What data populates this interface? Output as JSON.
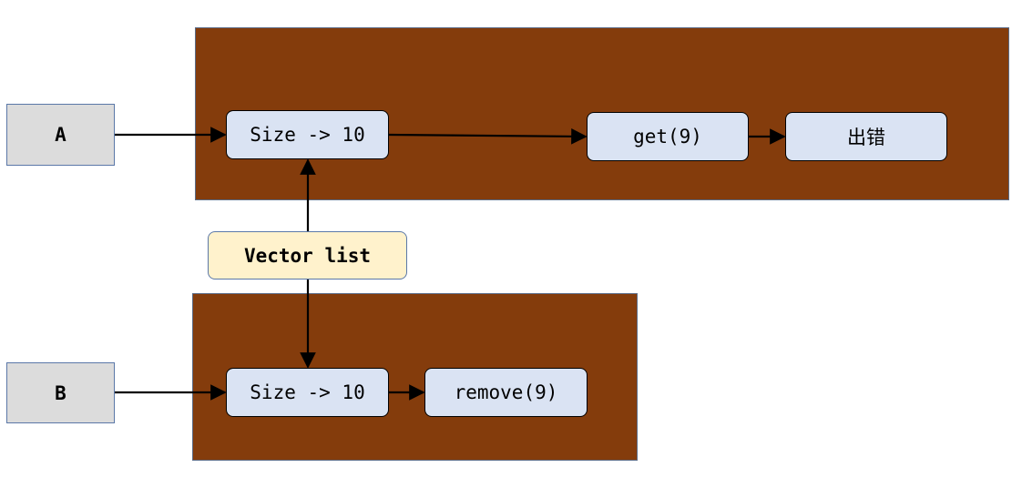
{
  "threads": {
    "a": {
      "label": "A"
    },
    "b": {
      "label": "B"
    }
  },
  "thread_a_flow": {
    "size_node": "Size -> 10",
    "get_node": "get(9)",
    "error_node": "出错"
  },
  "thread_b_flow": {
    "size_node": "Size -> 10",
    "remove_node": "remove(9)"
  },
  "shared_resource": {
    "label": "Vector list"
  },
  "colors": {
    "region_fill": "#843c0c",
    "node_fill": "#dae3f3",
    "thread_fill": "#dcdcdc",
    "shared_fill": "#fff2cc",
    "thread_border": "#5b78a8"
  }
}
